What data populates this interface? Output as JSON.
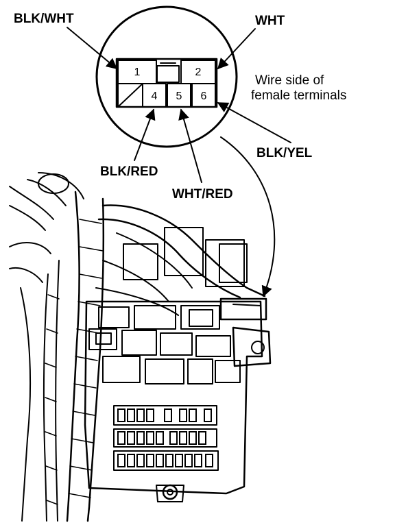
{
  "wire_labels": {
    "pin1": "BLK/WHT",
    "pin2": "WHT",
    "pin4": "BLK/RED",
    "pin5": "WHT/RED",
    "pin6": "BLK/YEL"
  },
  "connector": {
    "pins": [
      "1",
      "2",
      "4",
      "5",
      "6"
    ],
    "note_line1": "Wire side of",
    "note_line2": "female terminals"
  },
  "colors": {
    "ink": "#000000",
    "paper": "#ffffff"
  }
}
